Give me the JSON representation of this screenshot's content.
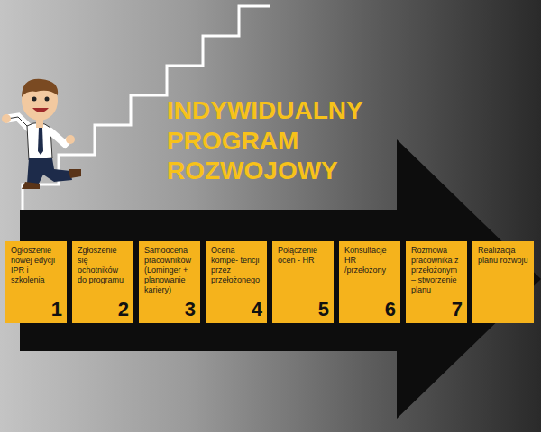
{
  "diagram": {
    "title": "INDYWIDUALNY PROGRAM ROZWOJOWY",
    "nodes": [
      {
        "text": [
          "Ogłoszenie nowej edycji IPR i szkolenia",
          "1"
        ]
      },
      {
        "text": [
          "Zgłoszenie się ochotników do programu",
          "2"
        ]
      },
      {
        "text": [
          "Samoocena pracowników (Lominger + planowanie kariery)",
          "3"
        ]
      },
      {
        "text": [
          "Ocena kompe- tencji przez przełożonego",
          "4"
        ]
      },
      {
        "text": [
          "Połączenie ocen - HR",
          "5"
        ]
      },
      {
        "text": [
          "Konsultacje HR /przełożony",
          "6"
        ]
      },
      {
        "text": [
          "Rozmowa pracownika z przełożonym – stworzenie planu",
          "7"
        ]
      },
      {
        "text": [
          "Realizacja planu rozwoju"
        ]
      }
    ]
  }
}
